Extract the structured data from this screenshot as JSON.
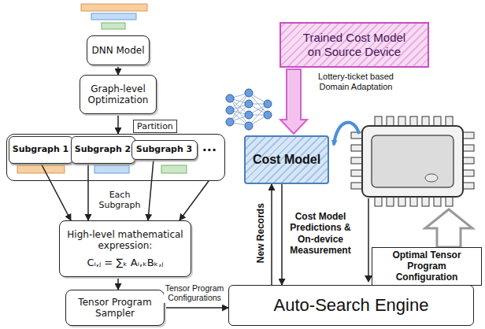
{
  "diagram": {
    "nodes": [
      {
        "text": [
          "DNN Model"
        ]
      },
      {
        "text": [
          "Graph-level Optimization"
        ]
      },
      {
        "text": [
          "..."
        ]
      },
      {
        "text": [
          "Subgraph 1"
        ],
        "in": 2
      },
      {
        "text": [
          "Subgraph 2"
        ],
        "in": 2
      },
      {
        "text": [
          "Subgraph 3"
        ],
        "in": 2
      },
      {
        "text": [
          "High-level mathematical expression:",
          "Cᵢ,ⱼ = ∑ₖ Aᵢ,ₖBₖ,ⱼ"
        ]
      },
      {
        "text": [
          "Tensor Program Sampler"
        ]
      },
      {
        "text": [
          "Trained Cost Model on Source Device"
        ]
      },
      {
        "text": [
          "Cost Model"
        ]
      },
      {
        "text": [
          "Auto-Search Engine"
        ]
      }
    ],
    "edges": [
      {
        "from": 0,
        "to": 1,
        "arrow": "to"
      },
      {
        "from": 1,
        "to": 2,
        "arrow": "to",
        "label": "Partition"
      },
      {
        "from": 3,
        "to": 6,
        "arrow": "to"
      },
      {
        "from": 4,
        "to": 6,
        "arrow": "to"
      },
      {
        "from": 5,
        "to": 6,
        "arrow": "to"
      },
      {
        "from": 2,
        "to": 6,
        "arrow": "to"
      },
      {
        "from": 6,
        "to": 7,
        "arrow": "to"
      },
      {
        "from": 7,
        "to": 10,
        "arrow": "to",
        "label": "Tensor Program Configurations"
      },
      {
        "from": 8,
        "to": 9,
        "arrow": "to",
        "label": "Lottery-ticket based Domain Adaptation"
      },
      {
        "from": 10,
        "to": 9,
        "arrow": "to",
        "label": "New Records"
      },
      {
        "from": 9,
        "to": 10,
        "arrow": "to",
        "label": "Cost Model Predictions & On-device Measurement"
      }
    ],
    "labels": [
      "Each Subgraph",
      "Optimal Tensor Program Configuration"
    ]
  }
}
